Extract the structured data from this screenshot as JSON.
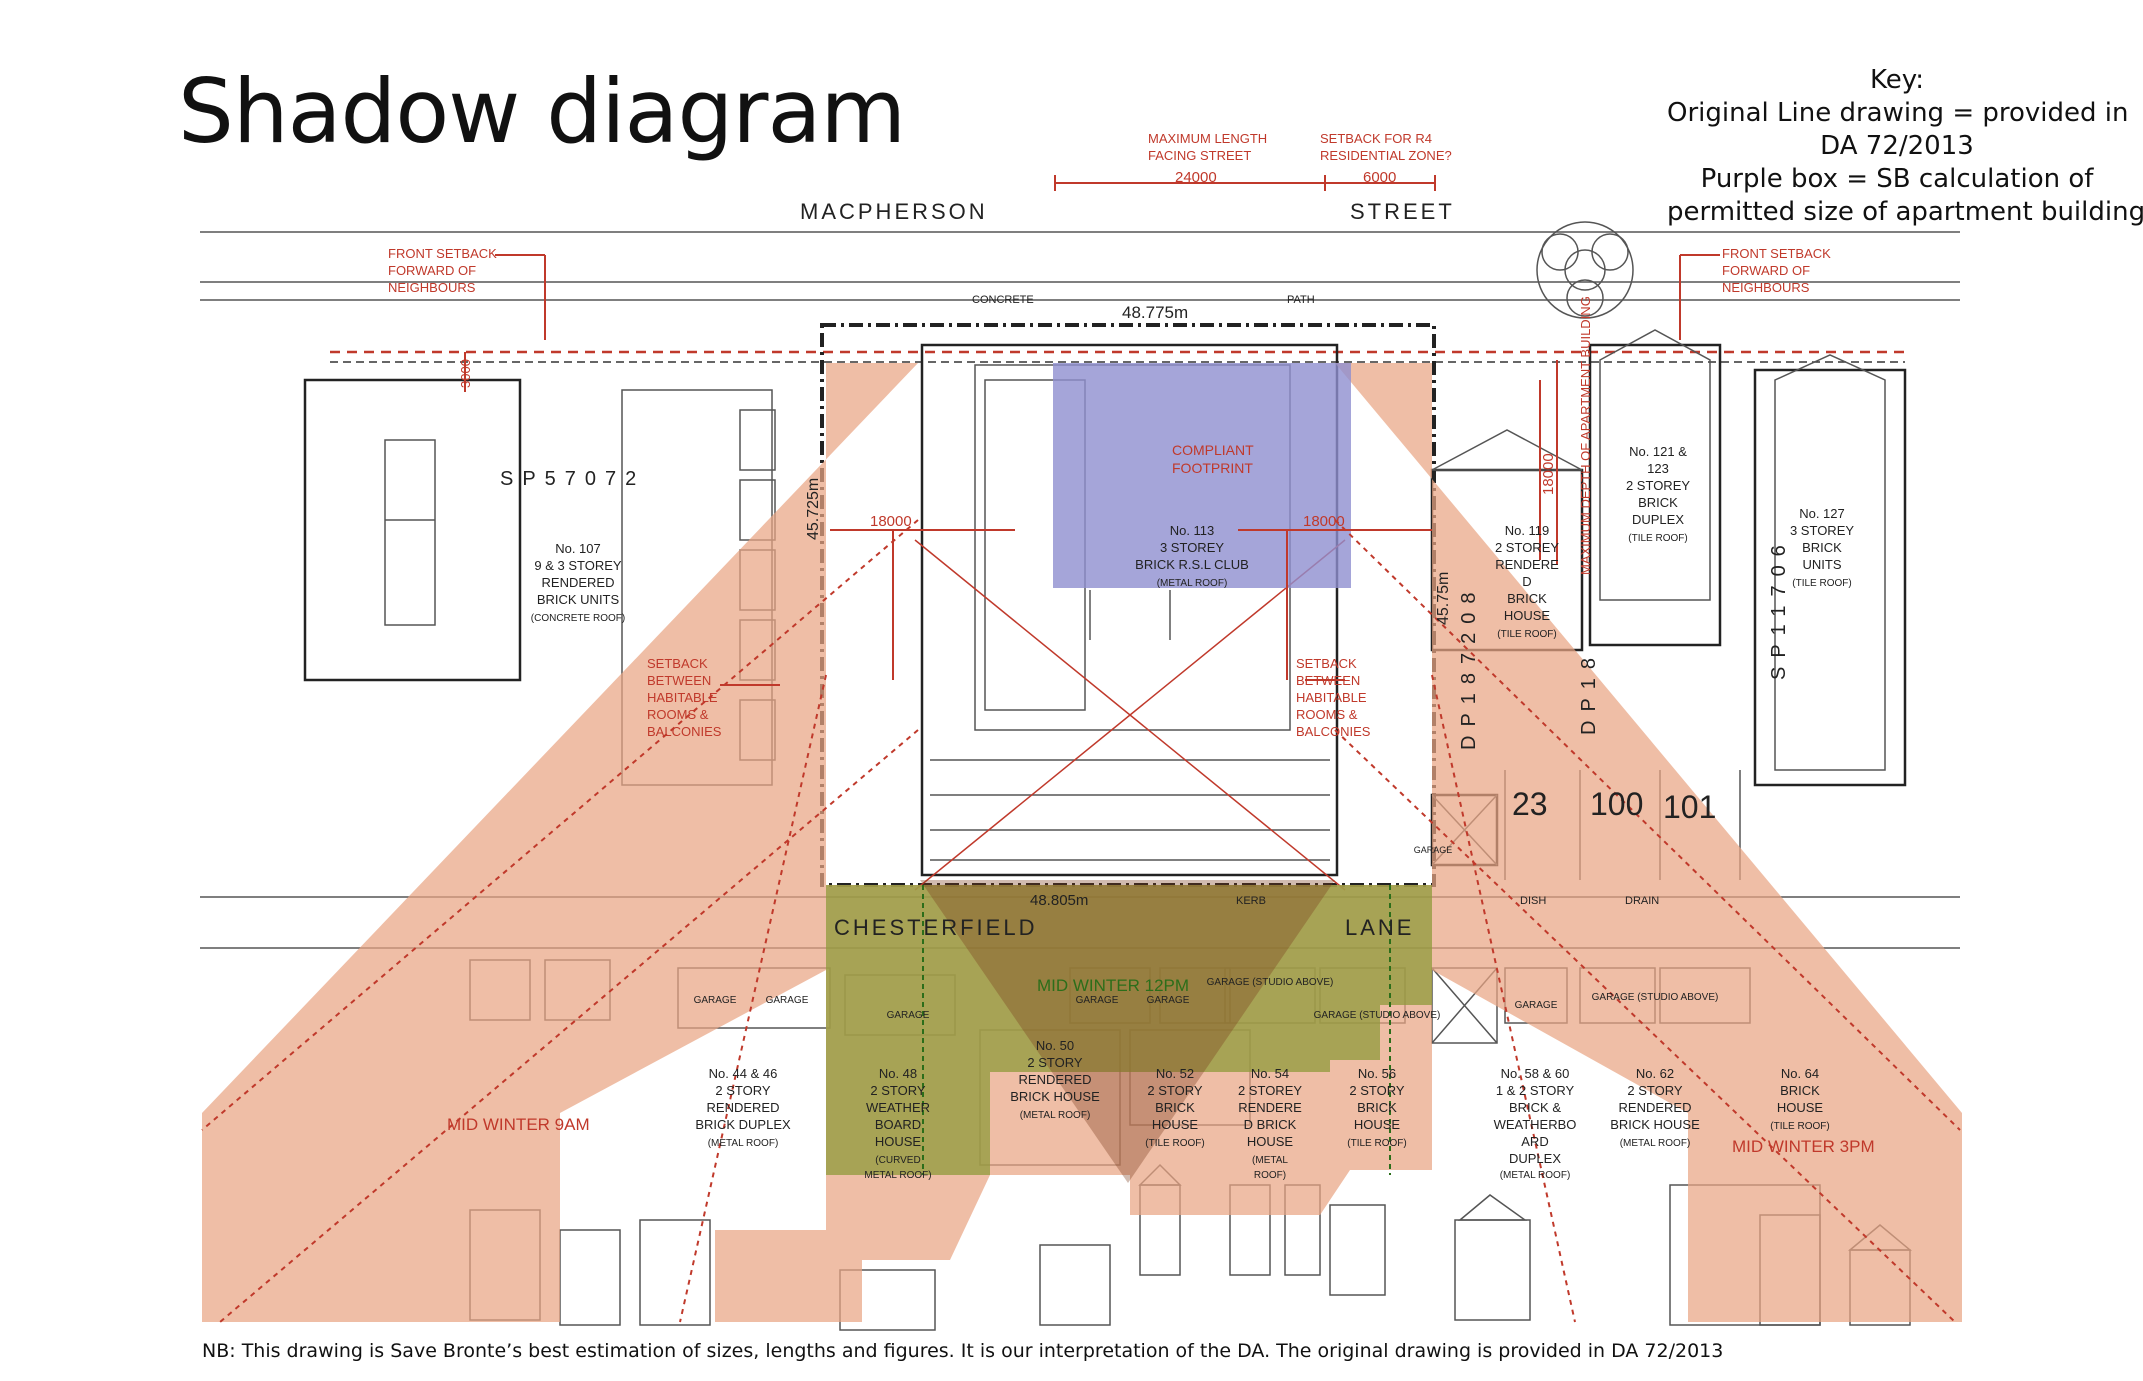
{
  "title": "Shadow diagram",
  "key": {
    "heading": "Key:",
    "line1": "Original Line drawing = provided in",
    "line2": "DA 72/2013",
    "line3": "Purple box = SB calculation of",
    "line4": "permitted size of apartment building"
  },
  "footnote": "NB: This drawing is Save Bronte’s best estimation of sizes, lengths and figures. It is our interpretation of the DA. The original drawing is provided in DA 72/2013",
  "colors": {
    "shadow_morning_afternoon": "#e9a583",
    "shadow_noon": "#8f9a3a",
    "compliant_footprint": "#8e8ed0",
    "annotation_red": "#c0392b",
    "noon_green": "#2c6e1a"
  },
  "streets": {
    "macpherson": "MACPHERSON",
    "street": "STREET",
    "chesterfield": "CHESTERFIELD",
    "lane": "LANE"
  },
  "annotations": {
    "max_length_label": "MAXIMUM LENGTH",
    "max_length_label2": "FACING STREET",
    "max_length_value": "24000",
    "setback_r4_label": "SETBACK FOR R4",
    "setback_r4_label2": "RESIDENTIAL ZONE?",
    "setback_r4_value": "6000",
    "front_setback_left": [
      "FRONT SETBACK",
      "FORWARD OF",
      "NEIGHBOURS"
    ],
    "front_setback_right": [
      "FRONT SETBACK",
      "FORWARD OF",
      "NEIGHBOURS"
    ],
    "setback_3000": "3000",
    "setback_18000_left": "18000",
    "setback_18000_right": "18000",
    "setback_18000_vertical": "18000",
    "habitable_left": [
      "SETBACK",
      "BETWEEN",
      "HABITABLE",
      "ROOMS &",
      "BALCONIES"
    ],
    "habitable_right": [
      "SETBACK",
      "BETWEEN",
      "HABITABLE",
      "ROOMS &",
      "BALCONIES"
    ],
    "max_depth": "MAXIMUM DEPTH OF APARTMENT BUILDING",
    "compliant_footprint": [
      "COMPLIANT",
      "FOOTPRINT"
    ],
    "dim_top": "48.775m",
    "dim_bottom": "48.805m",
    "dim_left": "45.725m",
    "dim_right": "45.75m"
  },
  "shadow_labels": {
    "am": "MID WINTER 9AM",
    "noon": "MID WINTER 12PM",
    "pm": "MID WINTER 3PM"
  },
  "lots": {
    "sp57072": "SP57072",
    "dp187208": "DP187208",
    "dp18": "DP18",
    "sp11706": "SP11706",
    "no107": [
      "No. 107",
      "9 & 3 STOREY",
      "RENDERED",
      "BRICK UNITS",
      "(CONCRETE ROOF)"
    ],
    "no113": [
      "No. 113",
      "3 STOREY",
      "BRICK R.S.L CLUB",
      "(METAL ROOF)"
    ],
    "no119": [
      "No. 119",
      "2 STOREY",
      "RENDERE",
      "D",
      "BRICK",
      "HOUSE",
      "(TILE ROOF)"
    ],
    "no121": [
      "No. 121 &",
      "123",
      "2 STOREY",
      "BRICK",
      "DUPLEX",
      "(TILE ROOF)"
    ],
    "no127": [
      "No. 127",
      "3 STOREY",
      "BRICK",
      "UNITS",
      "(TILE ROOF)"
    ],
    "big_23": "23",
    "big_100": "100",
    "big_101": "101",
    "no44": [
      "No. 44 & 46",
      "2 STORY",
      "RENDERED",
      "BRICK DUPLEX",
      "(METAL ROOF)"
    ],
    "no48": [
      "No. 48",
      "2 STORY",
      "WEATHER",
      "BOARD",
      "HOUSE",
      "(CURVED",
      "METAL ROOF)"
    ],
    "no50": [
      "No. 50",
      "2 STORY",
      "RENDERED",
      "BRICK HOUSE",
      "(METAL ROOF)"
    ],
    "no52": [
      "No. 52",
      "2 STORY",
      "BRICK",
      "HOUSE",
      "(TILE ROOF)"
    ],
    "no54": [
      "No. 54",
      "2 STOREY",
      "RENDERE",
      "D BRICK",
      "HOUSE",
      "(METAL",
      "ROOF)"
    ],
    "no56": [
      "No. 56",
      "2 STORY",
      "BRICK",
      "HOUSE",
      "(TILE ROOF)"
    ],
    "no58": [
      "No. 58 & 60",
      "1 & 2 STORY",
      "BRICK &",
      "WEATHERBO",
      "ARD",
      "DUPLEX",
      "(METAL ROOF)"
    ],
    "no62": [
      "No. 62",
      "2 STORY",
      "RENDERED",
      "BRICK HOUSE",
      "(METAL ROOF)"
    ],
    "no64": [
      "No. 64",
      "BRICK",
      "HOUSE",
      "(TILE ROOF)"
    ],
    "garage": "GARAGE",
    "garage_studio": "GARAGE (STUDIO ABOVE)",
    "concrete": "CONCRETE",
    "kerb": "KERB",
    "path": "PATH",
    "dish": "DISH",
    "drain": "DRAIN"
  }
}
